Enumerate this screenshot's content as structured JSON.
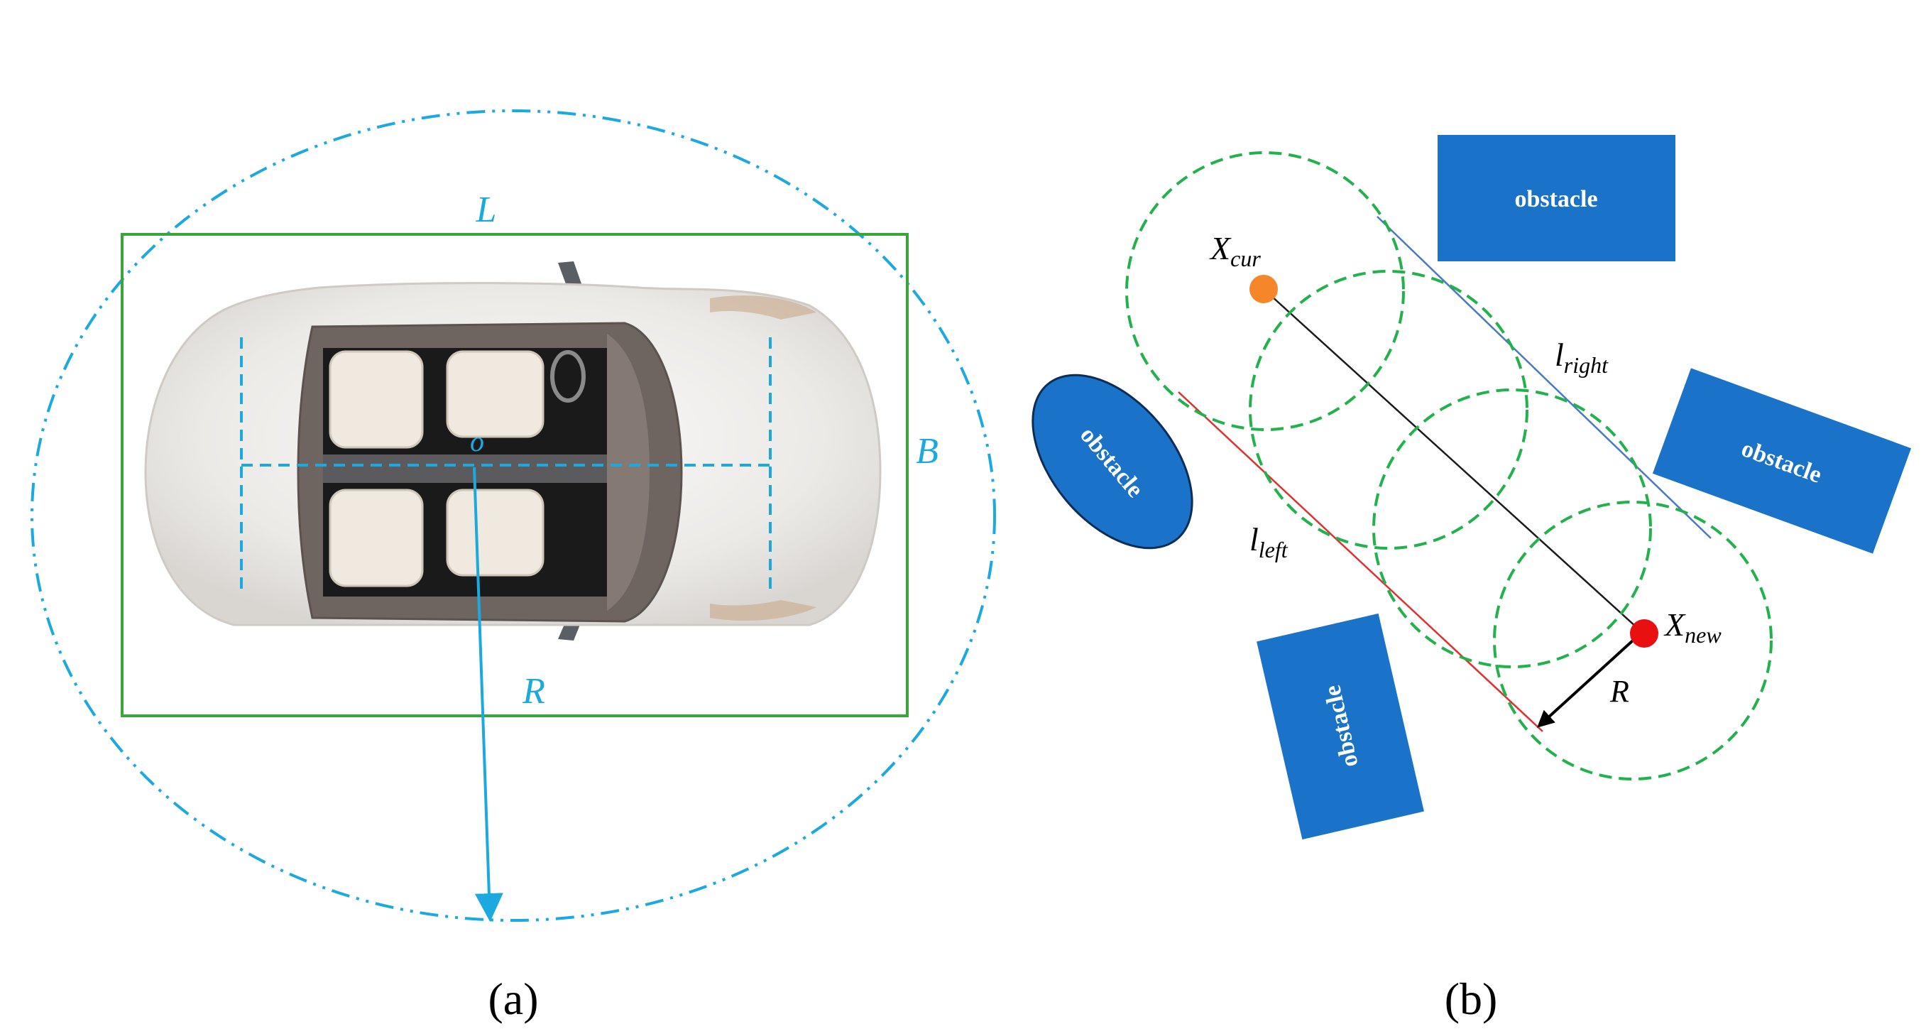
{
  "panel_a": {
    "caption": "(a)",
    "label_L": "L",
    "label_B": "B",
    "label_R": "R",
    "label_o": "o",
    "colors": {
      "outer_circle": "#1ba9e0",
      "bounding_rect": "#3aa63a",
      "car_body": "#f1f0ee",
      "interior": "#6e6560",
      "seat": "#efe9e0"
    }
  },
  "panel_b": {
    "caption": "(b)",
    "obstacles": [
      {
        "label": "obstacle"
      },
      {
        "label": "obstacle"
      },
      {
        "label": "obstacle"
      },
      {
        "label": "obstacle"
      }
    ],
    "x_cur_base": "X",
    "x_cur_sub": "cur",
    "x_new_base": "X",
    "x_new_sub": "new",
    "l_left_base": "l",
    "l_left_sub": "left",
    "l_right_base": "l",
    "l_right_sub": "right",
    "label_R": "R",
    "colors": {
      "obstacle_fill": "#1a73c8",
      "circle_stroke": "#22b14c",
      "x_cur_point": "#f5862a",
      "x_new_point": "#e81010",
      "l_left_line": "#e03030",
      "l_right_line": "#4a78c8"
    }
  }
}
